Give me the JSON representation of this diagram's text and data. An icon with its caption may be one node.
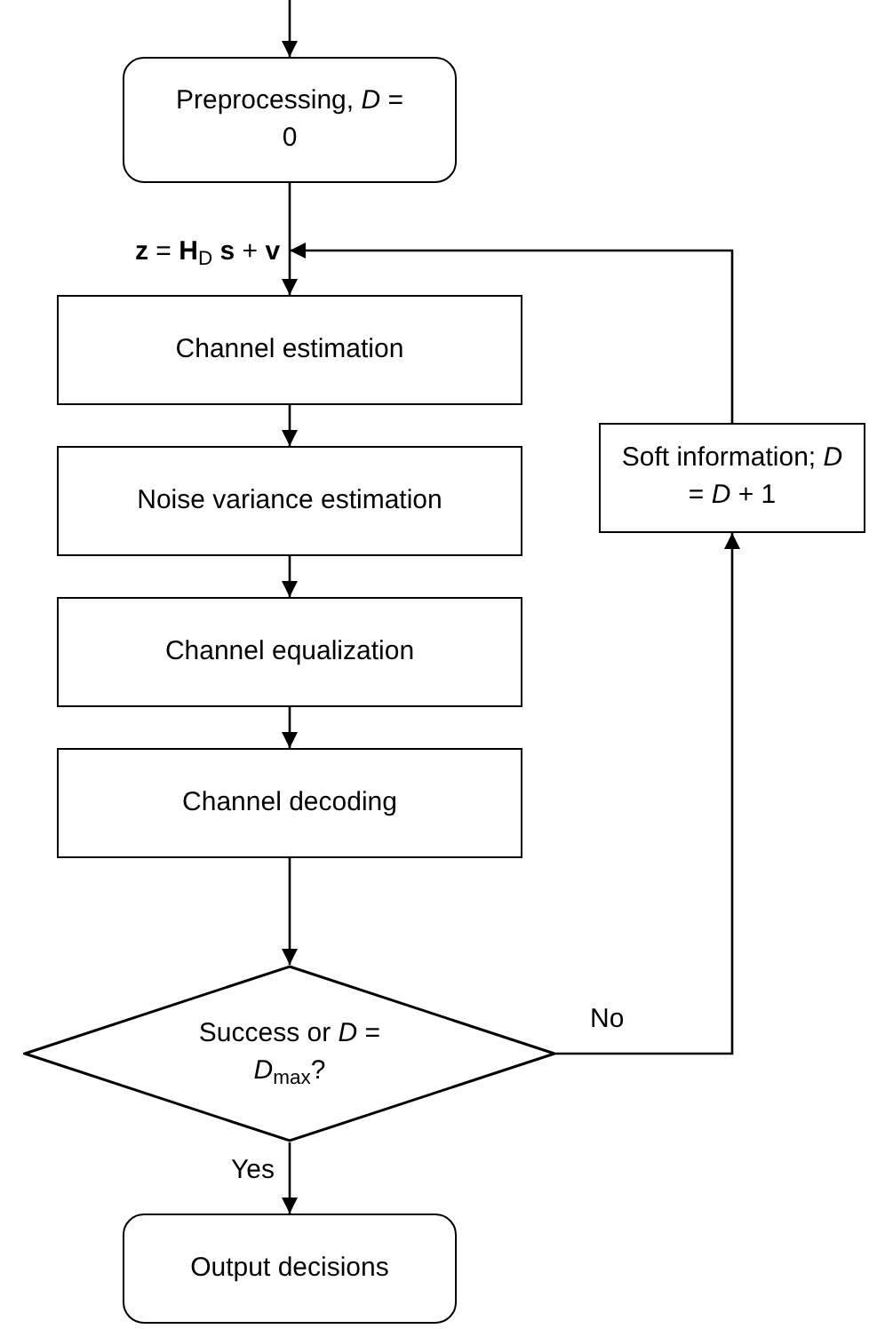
{
  "diagram": {
    "nodes": [
      {
        "text": [
          "Preprocessing, *D* = 0"
        ]
      },
      {
        "text": [
          "Channel estimation"
        ]
      },
      {
        "text": [
          "Noise variance estimation"
        ]
      },
      {
        "text": [
          "Channel equalization"
        ]
      },
      {
        "text": [
          "Channel decoding"
        ]
      },
      {
        "text": [
          "Success or *D* = *D*$_{max}$?"
        ]
      },
      {
        "text": [
          "Output decisions"
        ]
      },
      {
        "text": [
          "Soft information; *D* = *D* + 1"
        ]
      }
    ],
    "edges": [
      {
        "from": null,
        "to": 0,
        "arrow": "to"
      },
      {
        "from": 0,
        "to": 1,
        "arrow": "to",
        "label": "**z** = **H**$_{D}$ **s** + **v**"
      },
      {
        "from": 1,
        "to": 2,
        "arrow": "to"
      },
      {
        "from": 2,
        "to": 3,
        "arrow": "to"
      },
      {
        "from": 3,
        "to": 4,
        "arrow": "to"
      },
      {
        "from": 4,
        "to": 5,
        "arrow": "to"
      },
      {
        "from": 5,
        "to": 6,
        "arrow": "to",
        "label": "Yes"
      },
      {
        "from": 5,
        "to": 7,
        "arrow": "to",
        "label": "No"
      },
      {
        "from": 7,
        "to": 1,
        "arrow": "to"
      }
    ]
  }
}
